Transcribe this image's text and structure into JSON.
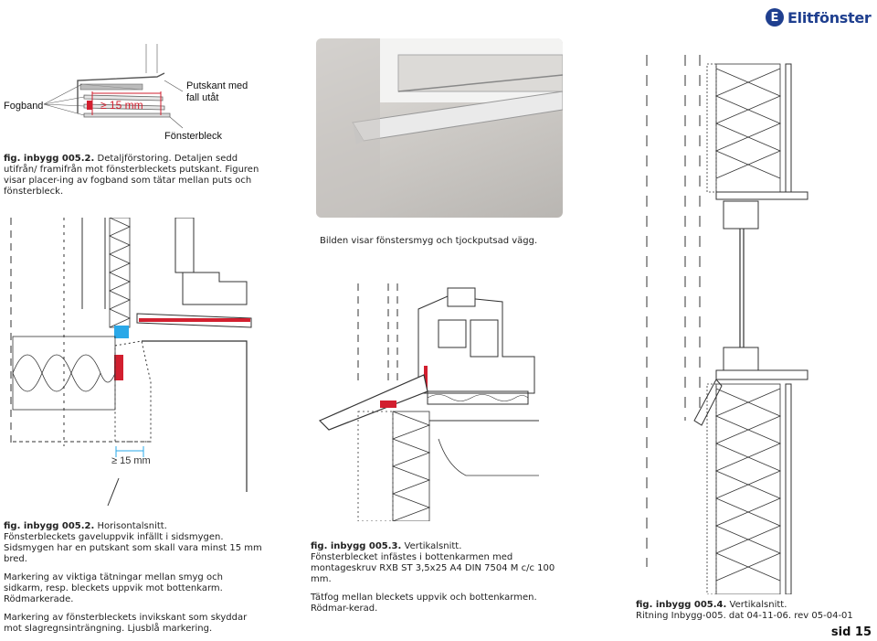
{
  "brand": {
    "name": "Elitfönster",
    "mark": "E",
    "accent": "#1f3f8f"
  },
  "fig1": {
    "labels": {
      "fogband": "Fogband",
      "dim": "≥ 15 mm",
      "putskant": "Putskant med fall utåt",
      "bleck": "Fönsterbleck"
    },
    "caption_id": "fig. inbygg 005.2.",
    "caption_text": "Detaljförstoring. Detaljen sedd utifrån/ framifrån mot fönsterbleckets putskant. Figuren visar placer-ing av fogband som tätar mellan puts och fönsterbleck."
  },
  "photo": {
    "caption": "Bilden visar fönstersmyg och tjockputsad vägg."
  },
  "fig2": {
    "dim": "≥ 15 mm",
    "caption_id": "fig. inbygg 005.2.",
    "caption_title": "Horisontalsnitt.",
    "p1": "Fönsterbleckets gaveluppvik infällt i sidsmygen. Sidsmygen har en putskant som skall vara minst 15 mm bred.",
    "p2": "Markering av viktiga tätningar mellan smyg och sidkarm, resp. bleckets uppvik mot bottenkarm. Rödmarkerade.",
    "p3": "Markering av fönsterbleckets invikskant som skyddar mot slagregnsinträngning. Ljusblå markering."
  },
  "fig3": {
    "caption_id": "fig. inbygg 005.3.",
    "caption_title": "Vertikalsnitt.",
    "p1": "Fönsterblecket infästes i bottenkarmen med montageskruv RXB ST 3,5x25 A4 DIN 7504 M c/c 100 mm.",
    "p2": "Tätfog mellan bleckets uppvik och bottenkarmen. Rödmar-kerad."
  },
  "fig4": {
    "caption_id": "fig. inbygg 005.4.",
    "caption_title": "Vertikalsnitt.",
    "p1": "Ritning Inbygg-005. dat 04-11-06. rev 05-04-01"
  },
  "page": {
    "label": "sid 15"
  },
  "colors": {
    "red": "#d21f2f",
    "lightblue": "#2aa8e8"
  }
}
